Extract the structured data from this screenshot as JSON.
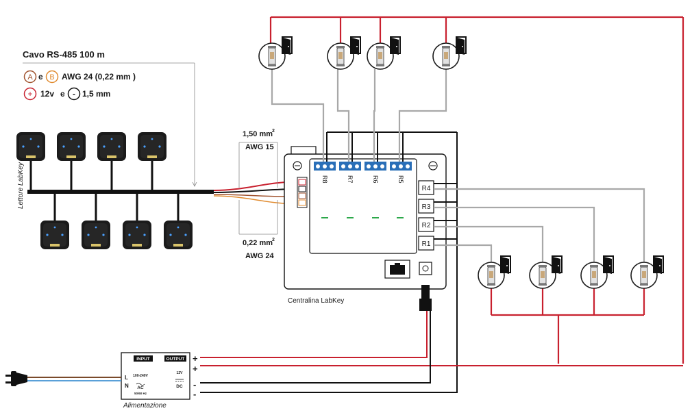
{
  "cable": {
    "title": "Cavo RS-485 100 m",
    "line1": {
      "a": "A",
      "conj": "e",
      "b": "B",
      "spec": "AWG 24 (0,22 mm )"
    },
    "line2": {
      "plus": "+",
      "value": "12v",
      "conj": "e",
      "minus": "-",
      "spec": "1,5 mm"
    }
  },
  "readers": {
    "label": "Lettore LabKey"
  },
  "wire_top": {
    "section": "1,50 mm",
    "sup": "2",
    "awg": "AWG 15"
  },
  "wire_bottom": {
    "section": "0,22 mm",
    "sup": "2",
    "awg": "AWG 24"
  },
  "controller": {
    "label": "Centralina LabKey",
    "top_relays": [
      "R8",
      "R7",
      "R6",
      "R5"
    ],
    "side_relays": [
      "R4",
      "R3",
      "R2",
      "R1"
    ]
  },
  "psu": {
    "label": "Alimentazione",
    "input": "INPUT",
    "output": "OUTPUT",
    "in_range": "100-240V",
    "ac": "AC",
    "freq": "50/60 Hz",
    "dc_v": "12V",
    "dc": "DC",
    "l": "L",
    "n": "N",
    "plus": "+",
    "minus": "-"
  },
  "colors": {
    "red": "#c8202e",
    "black": "#111111",
    "gray": "#a8a8a8",
    "orange": "#e08a2e",
    "blue_terminal": "#2a6fb8",
    "led_green": "#2ca84a",
    "mains_brown": "#7a4a2a",
    "mains_blue": "#5aa0d8"
  }
}
